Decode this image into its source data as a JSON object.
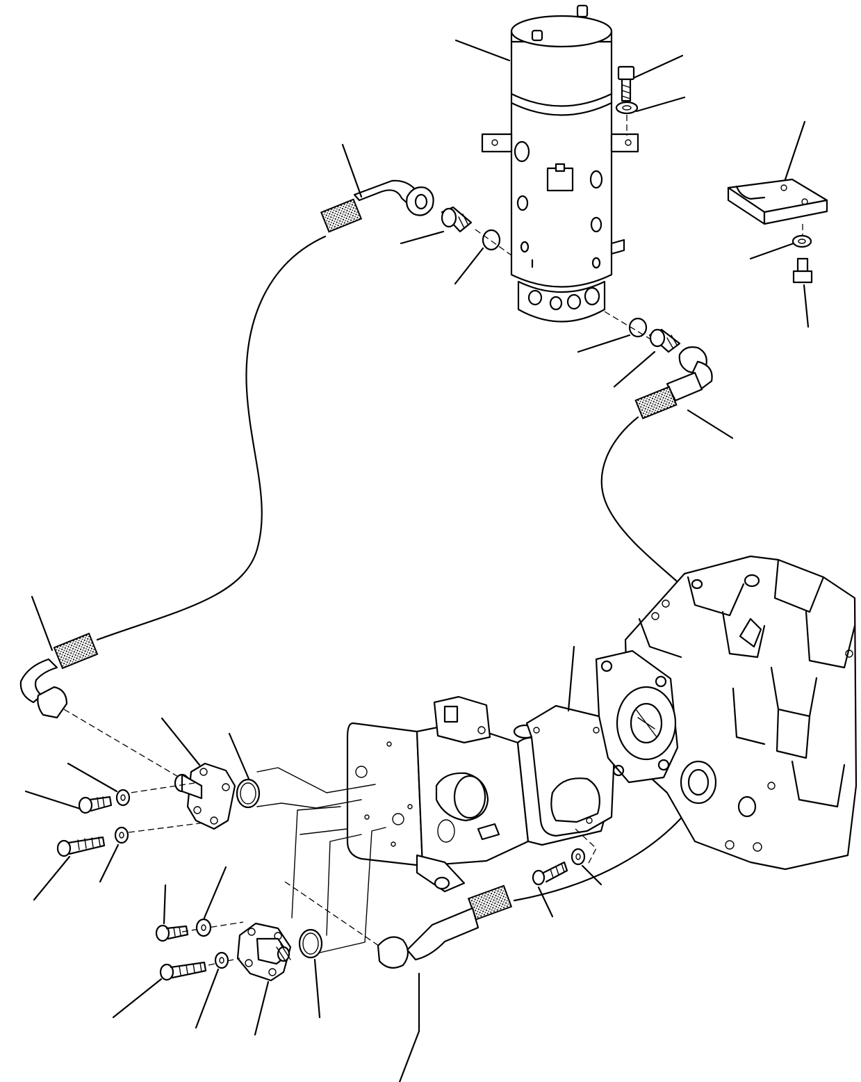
{
  "diagram": {
    "colors": {
      "ink": "#000000",
      "paper": "#ffffff"
    },
    "components": [
      {
        "id": "swivel-joint"
      },
      {
        "id": "hose-upper"
      },
      {
        "id": "hose-lower"
      },
      {
        "id": "pump"
      },
      {
        "id": "transmission-housing"
      },
      {
        "id": "mounting-bracket"
      },
      {
        "id": "flange-upper"
      },
      {
        "id": "flange-lower"
      }
    ],
    "leader_count": 27
  }
}
